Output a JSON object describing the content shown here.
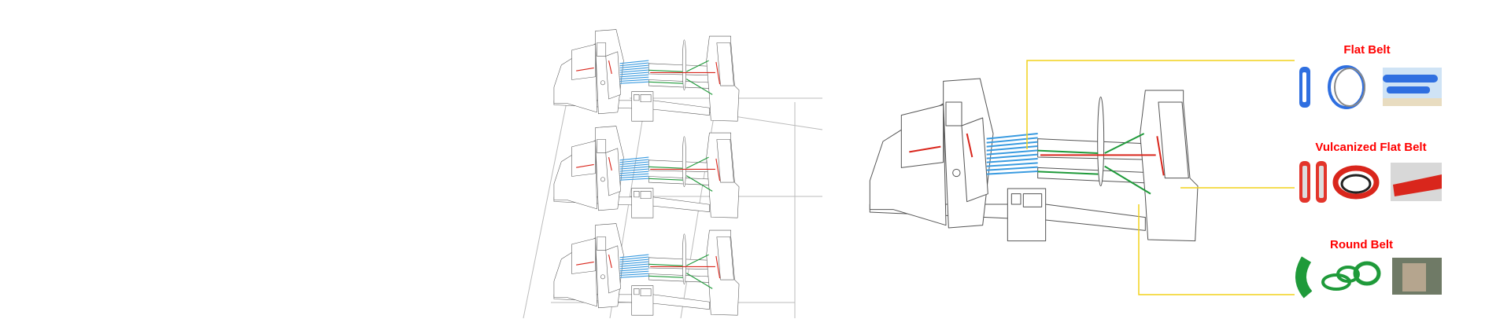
{
  "belt_types": [
    {
      "label": "Flat Belt",
      "color": "#2f6fe0"
    },
    {
      "label": "Vulcanized Flat Belt",
      "color": "#d9261c"
    },
    {
      "label": "Round Belt",
      "color": "#1f9a3a"
    }
  ],
  "colors": {
    "callout_line": "#f2d21b",
    "label": "#ff0000",
    "machine_line": "#555555"
  }
}
